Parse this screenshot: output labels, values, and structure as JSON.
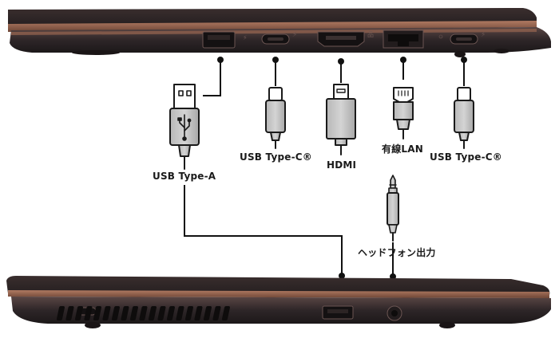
{
  "top_laptop_ports": [
    {
      "id": "usb-a",
      "label": "USB Type-A"
    },
    {
      "id": "usb-c-1",
      "label": "USB Type-C®"
    },
    {
      "id": "hdmi",
      "label": "HDMI"
    },
    {
      "id": "lan",
      "label": "有線LAN"
    },
    {
      "id": "usb-c-2",
      "label": "USB Type-C®"
    }
  ],
  "bottom_laptop_ports": [
    {
      "id": "headphone",
      "label": "ヘッドフォン出力"
    }
  ],
  "colors": {
    "chassis": "#2e2628",
    "bronze_edge": "#8a5a48",
    "connector_gray": "#c9c9c9",
    "outline": "#1a1a1a",
    "line": "#111111"
  }
}
